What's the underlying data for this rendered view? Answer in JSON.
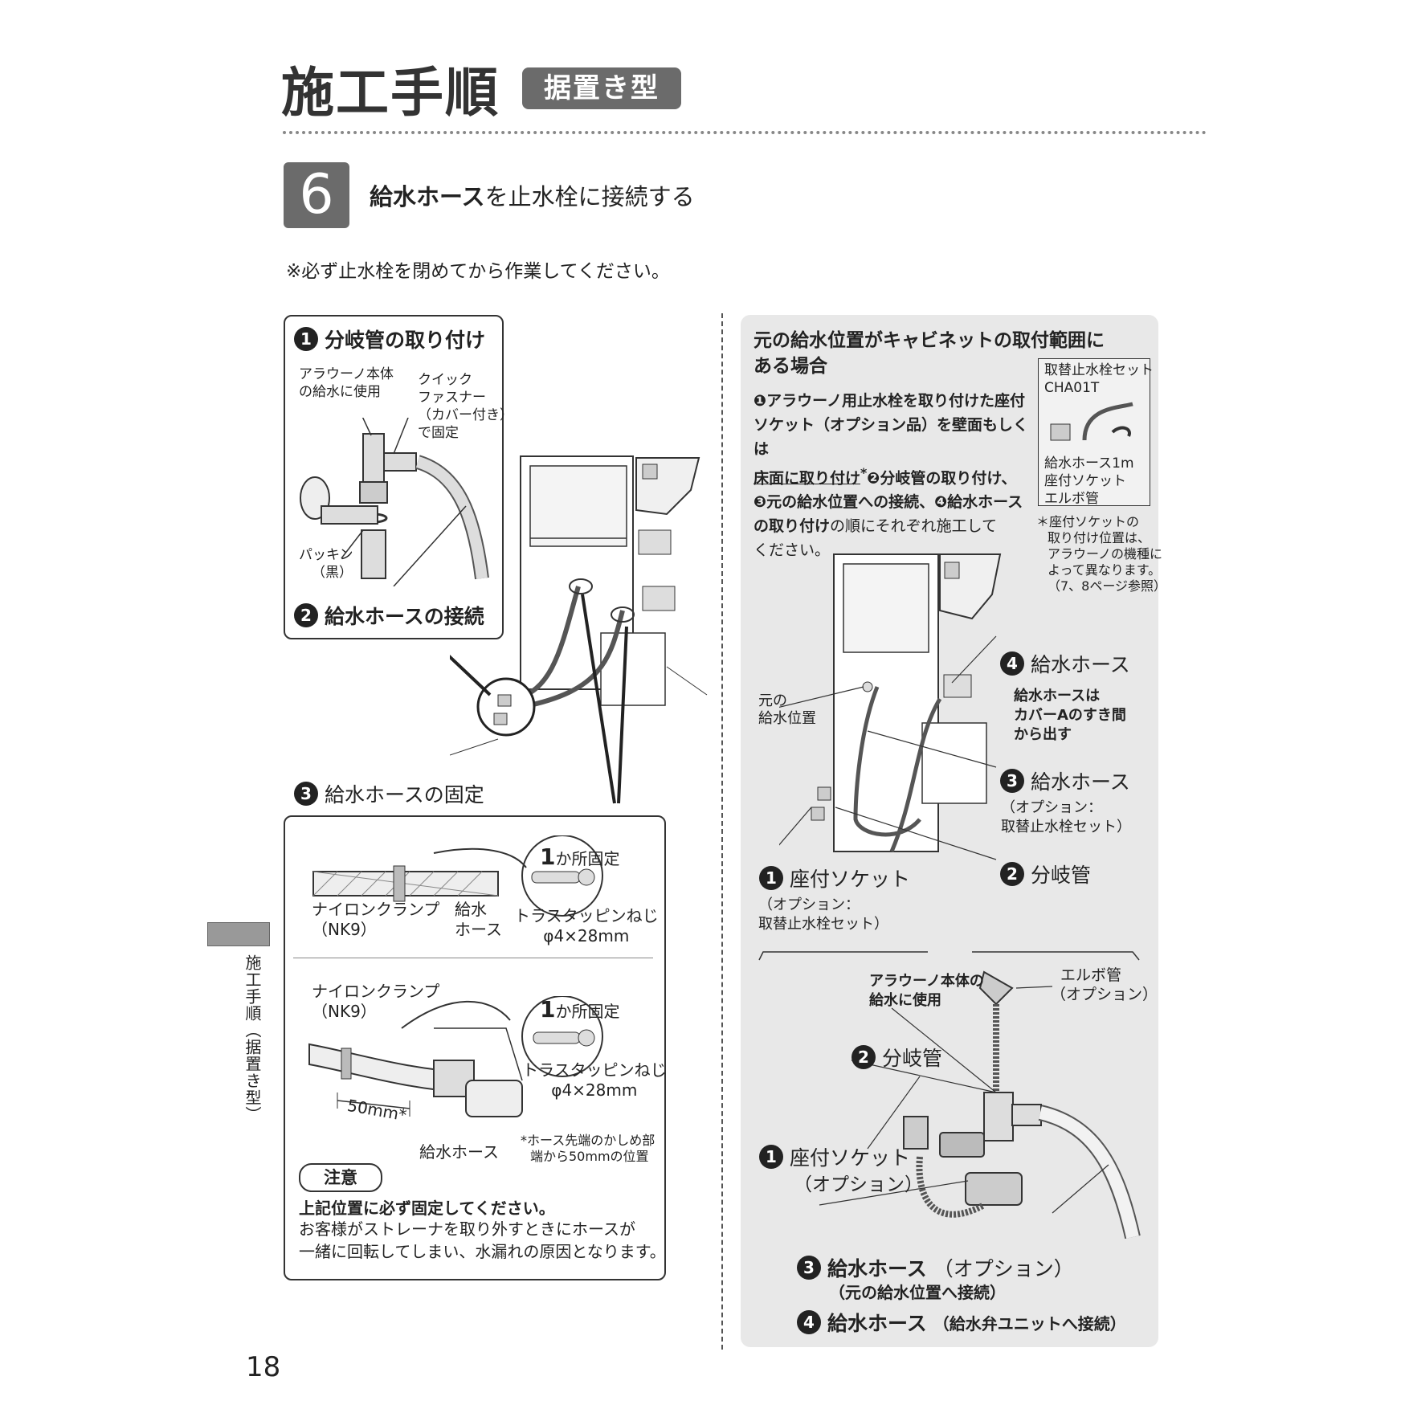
{
  "header": {
    "title": "施工手順",
    "badge": "据置き型"
  },
  "step": {
    "number": "6",
    "bold": "給水ホース",
    "rest": "を止水栓に接続する"
  },
  "note": "※必ず止水栓を閉めてから作業してください。",
  "box1": {
    "title": "分岐管の取り付け",
    "num": "1",
    "label_arauno1": "アラウーノ本体",
    "label_arauno2": "の給水に使用",
    "label_quick1": "クイック",
    "label_quick2": "ファスナー",
    "label_quick3": "（カバー付き）",
    "label_quick4": "で固定",
    "label_packing1": "パッキン",
    "label_packing2": "（黒）",
    "step2_num": "2",
    "step2": "給水ホースの接続"
  },
  "box3": {
    "num": "3",
    "title": "給水ホースの固定",
    "clamp1": "ナイロンクランプ",
    "clamp2": "（NK9）",
    "hose1": "給水",
    "hose2": "ホース",
    "fix_num": "1",
    "fix": "か所固定",
    "screw": "トラスタッピンねじ",
    "screw_size": "φ4×28mm",
    "clamp_b1": "ナイロンクランプ",
    "clamp_b2": "（NK9）",
    "fix_num_b": "1",
    "fix_b": "か所固定",
    "screw_b": "トラスタッピンねじ",
    "screw_size_b": "φ4×28mm",
    "dim": "50mm*",
    "hose_b": "給水ホース",
    "footnote1": "*ホース先端のかしめ部",
    "footnote2": "端から50mmの位置",
    "caution_label": "注意",
    "caution_bold": "上記位置に必ず固定してください。",
    "caution_1": "お客様がストレーナを取り外すときにホースが",
    "caution_2": "一緒に回転してしまい、水漏れの原因となります。"
  },
  "right": {
    "heading1": "元の給水位置がキャビネットの取付範囲に",
    "heading2": "ある場合",
    "inset_title": "取替止水栓セット",
    "inset_code": "CHA01T",
    "inset_items": [
      "給水ホース1m",
      "座付ソケット",
      "エルボ管"
    ],
    "body_1": "❶アラウーノ用止水栓を取り付けた座付",
    "body_2": "ソケット（オプション品）を壁面もしくは",
    "body_3": "床面に取り付け",
    "body_3b": "*",
    "body_3c": "❷分岐管の取り付け、",
    "body_4": "❸元の給水位置への接続、❹給水ホース",
    "body_5a": "の取り付け",
    "body_5b": "の順にそれぞれ施工して",
    "body_6": "ください。",
    "asterisk": [
      "＊座付ソケットの",
      "取り付け位置は、",
      "アラウーノの機種に",
      "よって異なります。",
      "（7、8ページ参照）"
    ],
    "lbl_orig1": "元の",
    "lbl_orig2": "給水位置",
    "c4_num": "4",
    "c4": "給水ホース",
    "c4_note": [
      "給水ホースは",
      "カバーAのすき間",
      "から出す"
    ],
    "c3_num": "3",
    "c3": "給水ホース",
    "c3_note1": "（オプション：",
    "c3_note2": "取替止水栓セット）",
    "c1_num": "1",
    "c1": "座付ソケット",
    "c1_note1": "（オプション：",
    "c1_note2": "取替止水栓セット）",
    "c2_num": "2",
    "c2": "分岐管",
    "d_arauno1": "アラウーノ本体の",
    "d_arauno2": "給水に使用",
    "d_elbow1": "エルボ管",
    "d_elbow2": "（オプション）",
    "d2_num": "2",
    "d2": "分岐管",
    "d1_num": "1",
    "d1": "座付ソケット",
    "d1_note": "（オプション）",
    "d3_num": "3",
    "d3": "給水ホース",
    "d3_opt": "（オプション）",
    "d3_note": "（元の給水位置へ接続）",
    "d4_num": "4",
    "d4": "給水ホース",
    "d4_note": "（給水弁ユニットへ接続）"
  },
  "side": {
    "label": "施工手順（据置き型）"
  },
  "page_number": "18"
}
